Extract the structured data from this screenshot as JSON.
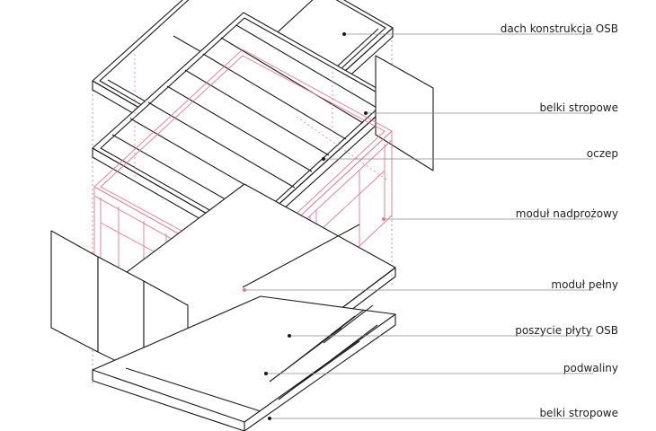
{
  "labels": [
    {
      "id": "dach",
      "text": "dach konstrukcja OSB"
    },
    {
      "id": "belki_top",
      "text": "belki stropowe"
    },
    {
      "id": "oczep",
      "text": "oczep"
    },
    {
      "id": "modul_nadprozowy",
      "text": "moduł nadprożowy"
    },
    {
      "id": "modul_pelny",
      "text": "moduł pełny"
    },
    {
      "id": "poszycie",
      "text": "poszycie płyty OSB"
    },
    {
      "id": "podwaliny",
      "text": "podwaliny"
    },
    {
      "id": "belki_bottom",
      "text": "belki stropowe"
    }
  ],
  "colors": {
    "line": "#1a1a1a",
    "frame_highlight": "#e8778a",
    "leader": "#8a8a8a"
  }
}
